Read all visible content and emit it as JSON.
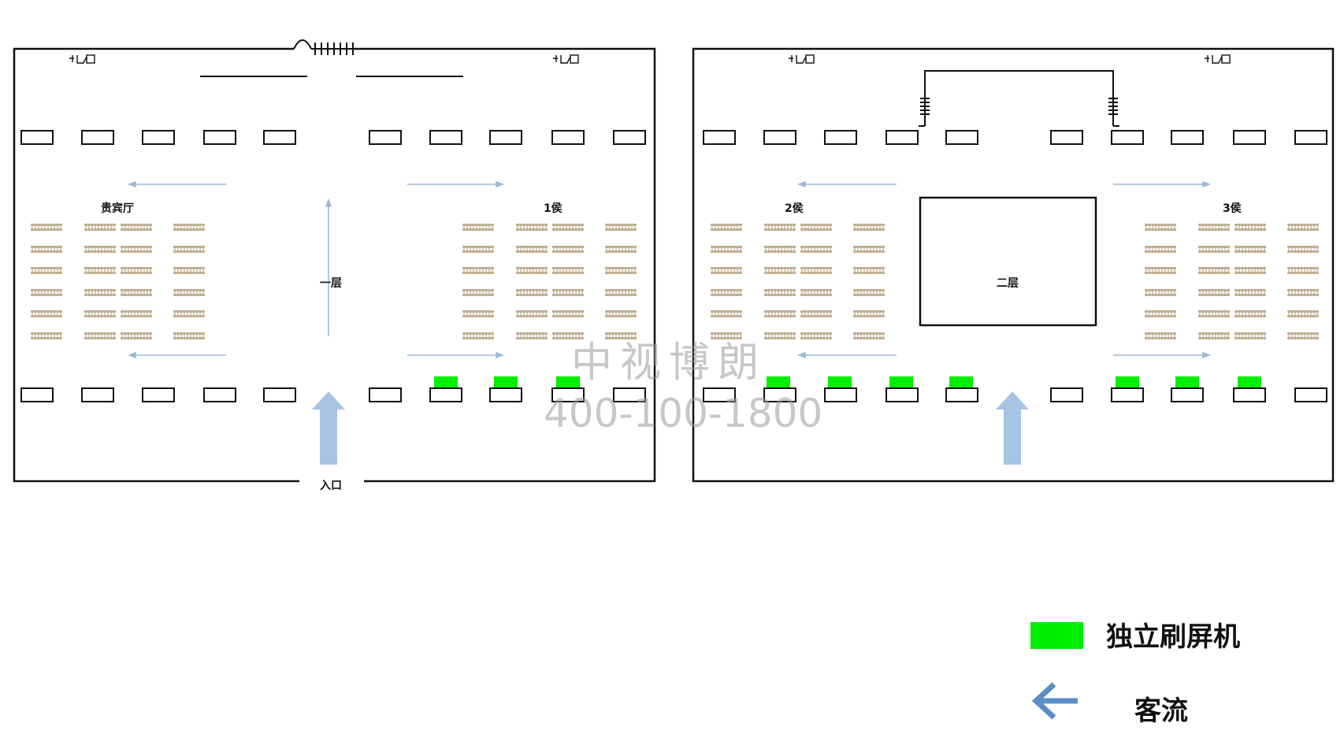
{
  "floor1": {
    "name": "一层",
    "entrance": "入口",
    "halls": {
      "vip": "贵宾厅",
      "gate1": "1侯"
    }
  },
  "floor2": {
    "name": "二层",
    "halls": {
      "gate2": "2侯",
      "gate3": "3侯"
    }
  },
  "legend": {
    "standalone_scanner": "独立刷屏机",
    "passenger_flow": "客流",
    "scanner_color": "#00ee00",
    "flow_color": "#5b8ec9"
  },
  "watermark": {
    "company": "中视博朗",
    "phone": "400-100-1800"
  },
  "colors": {
    "wall": "#111111",
    "seat": "#c8b89c",
    "flow_thin": "#9bb8d8",
    "flow_big": "#a8c4e4"
  }
}
